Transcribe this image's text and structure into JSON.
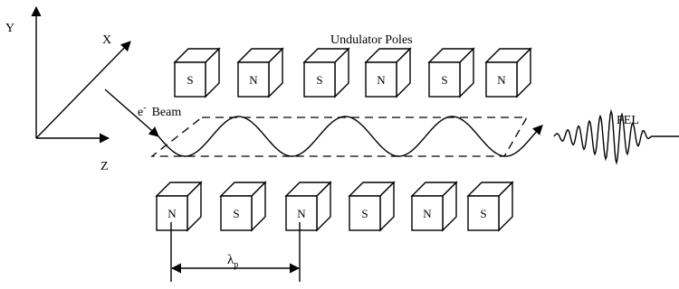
{
  "axes": {
    "y_label": "Y",
    "x_label": "X",
    "z_label": "Z"
  },
  "title": "Undulator Poles",
  "beam_label": "e",
  "beam_superscript": "-",
  "beam_word": "Beam",
  "output_label": "FEL",
  "period_label": "λ",
  "period_subscript": "p",
  "top_poles": [
    "S",
    "N",
    "S",
    "N",
    "S",
    "N"
  ],
  "bottom_poles": [
    "N",
    "S",
    "N",
    "S",
    "N",
    "S"
  ]
}
